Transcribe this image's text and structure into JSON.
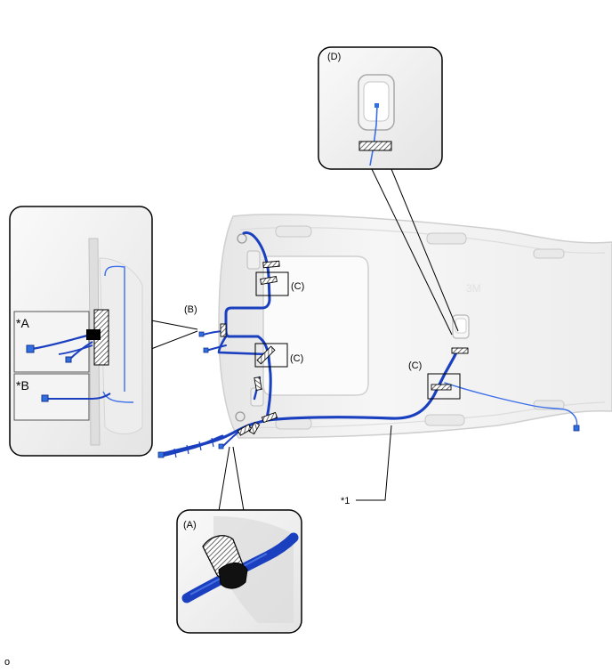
{
  "labels": {
    "callout_A": "(A)",
    "callout_B": "(B)",
    "callout_C_1": "(C)",
    "callout_C_2": "(C)",
    "callout_C_3": "(C)",
    "callout_D": "(D)",
    "part_1": "*1",
    "inset_A": "*A",
    "inset_B": "*B",
    "corner_code": "o"
  },
  "colors": {
    "harness": "#1a3fbf",
    "harness_light": "#3b6ee8",
    "connector": "#2f6fe0",
    "outline": "#000000",
    "headliner_fill": "#f1f1f1",
    "headliner_edge": "#c9c9c9",
    "hatch": "#555555"
  },
  "icons": {
    "clamp": "hatched-clamp-icon",
    "connector": "connector-icon",
    "tape": "tape-icon"
  }
}
